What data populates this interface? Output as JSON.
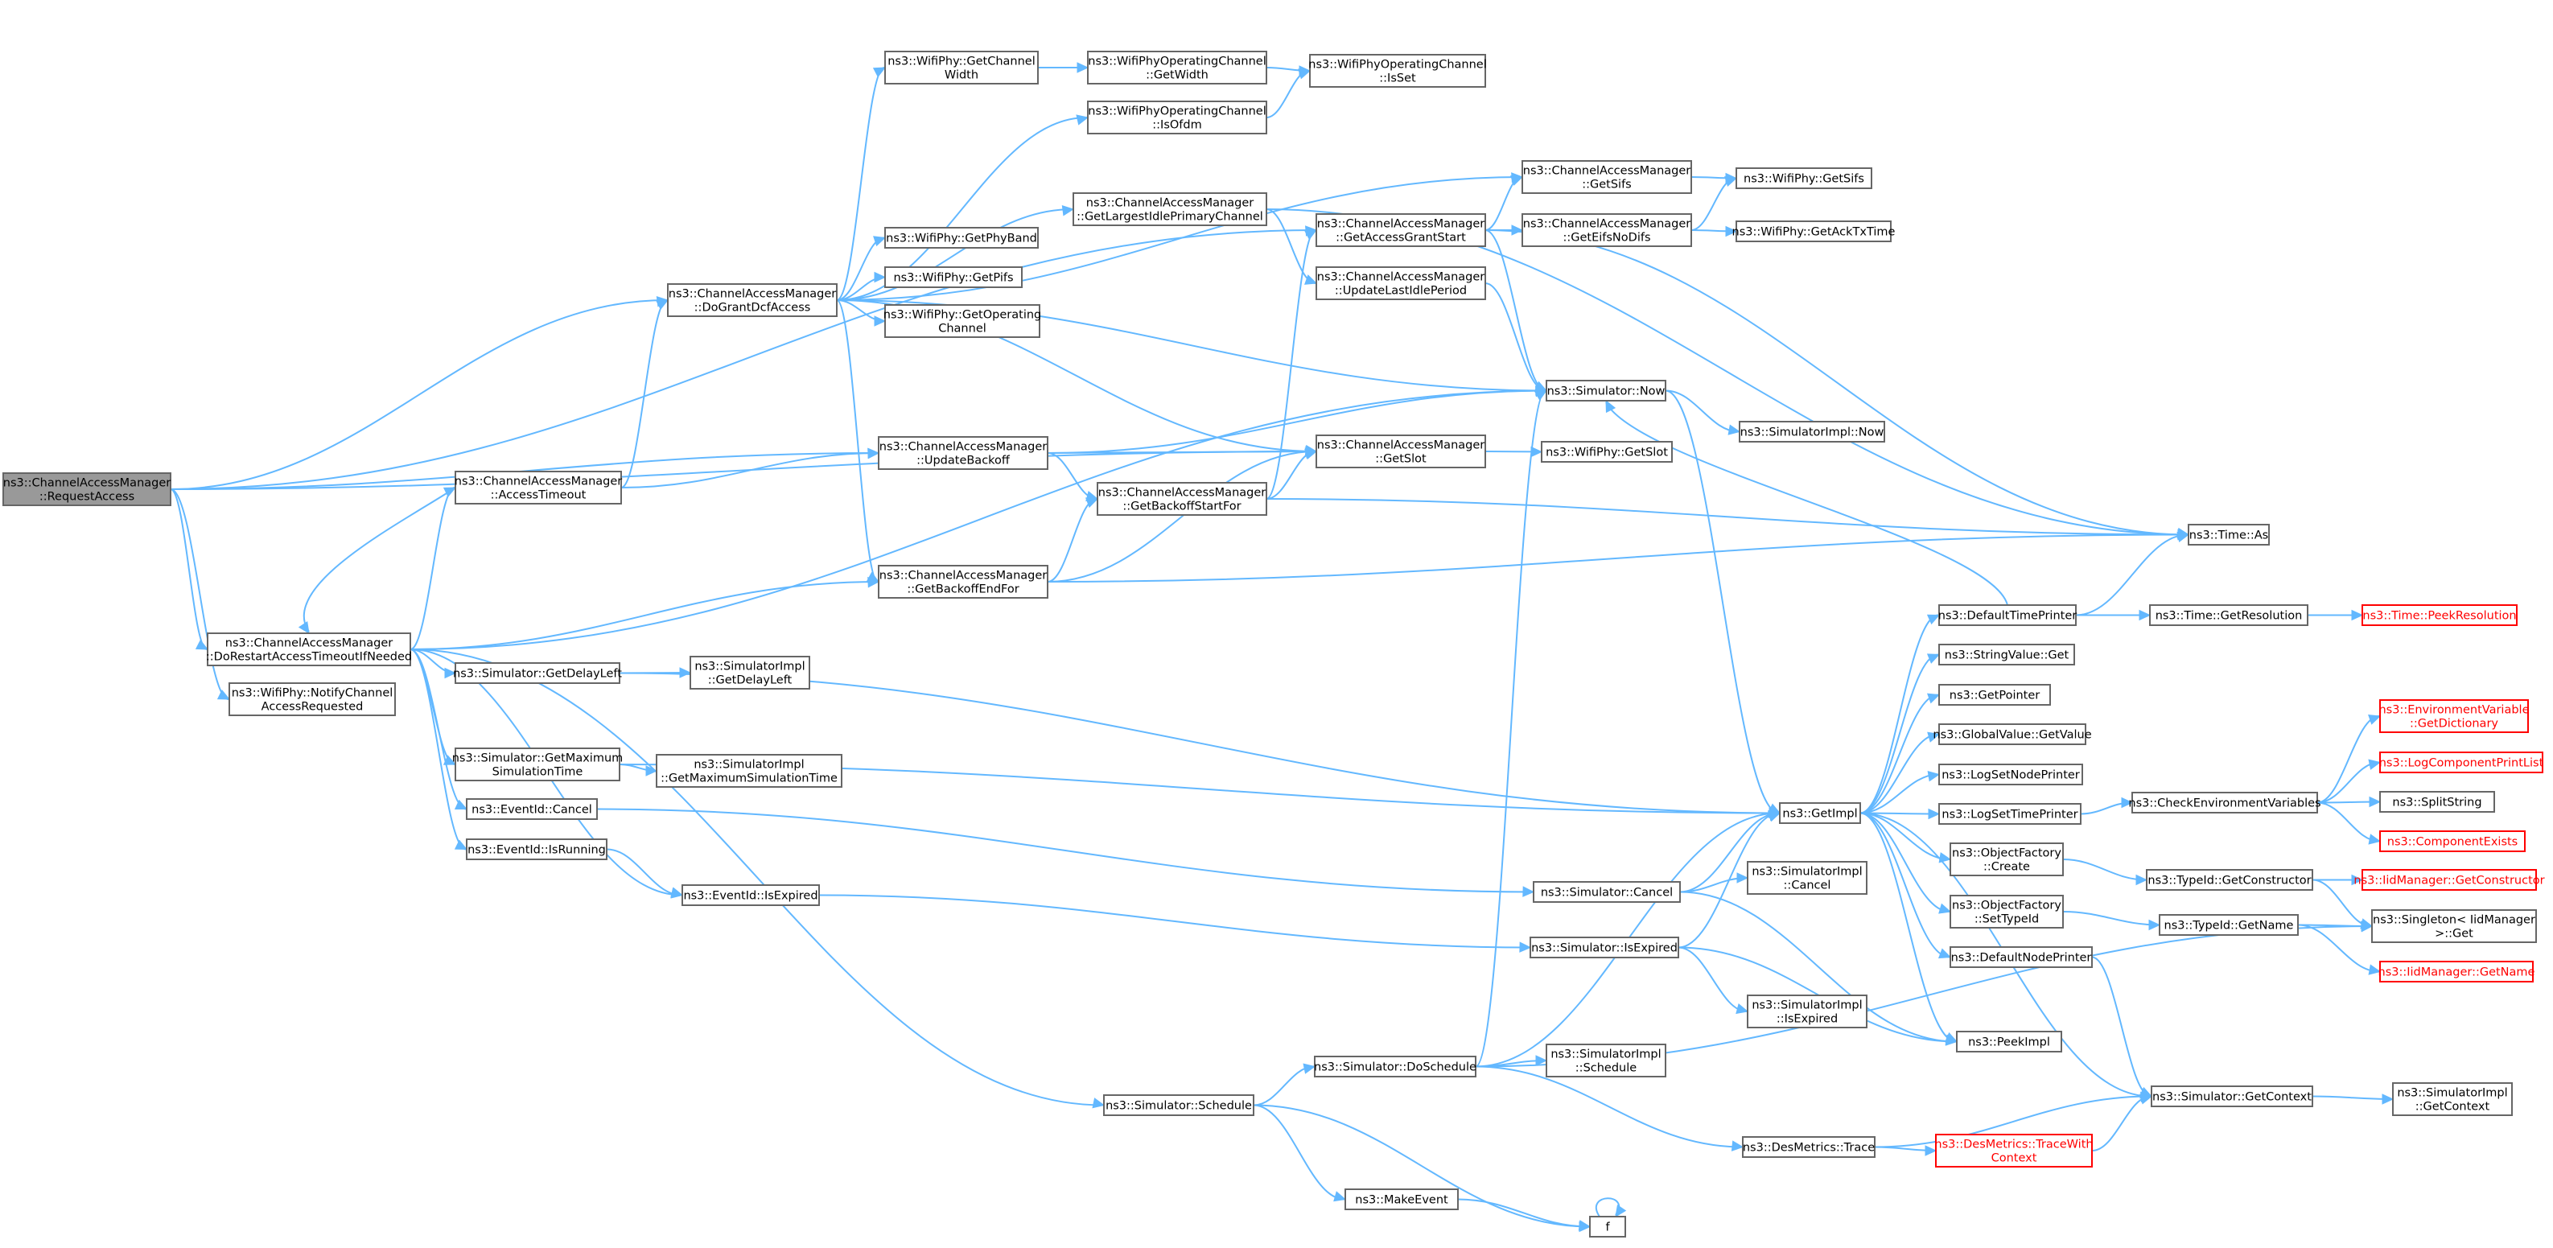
{
  "graph": {
    "nodes": [
      {
        "id": "request_access",
        "lines": [
          "ns3::ChannelAccessManager",
          "::RequestAccess"
        ],
        "kind": "root"
      },
      {
        "id": "get_channel_width",
        "lines": [
          "ns3::WifiPhy::GetChannel",
          "Width"
        ],
        "kind": "normal"
      },
      {
        "id": "opch_get_width",
        "lines": [
          "ns3::WifiPhyOperatingChannel",
          "::GetWidth"
        ],
        "kind": "normal"
      },
      {
        "id": "opch_is_set",
        "lines": [
          "ns3::WifiPhyOperatingChannel",
          "::IsSet"
        ],
        "kind": "normal"
      },
      {
        "id": "opch_is_ofdm",
        "lines": [
          "ns3::WifiPhyOperatingChannel",
          "::IsOfdm"
        ],
        "kind": "normal"
      },
      {
        "id": "cam_get_sifs",
        "lines": [
          "ns3::ChannelAccessManager",
          "::GetSifs"
        ],
        "kind": "normal"
      },
      {
        "id": "phy_get_sifs",
        "lines": [
          "ns3::WifiPhy::GetSifs"
        ],
        "kind": "normal"
      },
      {
        "id": "cam_get_largest_idle",
        "lines": [
          "ns3::ChannelAccessManager",
          "::GetLargestIdlePrimaryChannel"
        ],
        "kind": "normal"
      },
      {
        "id": "cam_get_access_grant",
        "lines": [
          "ns3::ChannelAccessManager",
          "::GetAccessGrantStart"
        ],
        "kind": "normal"
      },
      {
        "id": "cam_get_eifs",
        "lines": [
          "ns3::ChannelAccessManager",
          "::GetEifsNoDifs"
        ],
        "kind": "normal"
      },
      {
        "id": "phy_get_ack_tx",
        "lines": [
          "ns3::WifiPhy::GetAckTxTime"
        ],
        "kind": "normal"
      },
      {
        "id": "phy_get_phy_band",
        "lines": [
          "ns3::WifiPhy::GetPhyBand"
        ],
        "kind": "normal"
      },
      {
        "id": "cam_do_grant",
        "lines": [
          "ns3::ChannelAccessManager",
          "::DoGrantDcfAccess"
        ],
        "kind": "normal"
      },
      {
        "id": "phy_get_pifs",
        "lines": [
          "ns3::WifiPhy::GetPifs"
        ],
        "kind": "normal"
      },
      {
        "id": "cam_update_last_idle",
        "lines": [
          "ns3::ChannelAccessManager",
          "::UpdateLastIdlePeriod"
        ],
        "kind": "normal"
      },
      {
        "id": "phy_get_operating",
        "lines": [
          "ns3::WifiPhy::GetOperating",
          "Channel"
        ],
        "kind": "normal"
      },
      {
        "id": "sim_now",
        "lines": [
          "ns3::Simulator::Now"
        ],
        "kind": "normal"
      },
      {
        "id": "simimpl_now",
        "lines": [
          "ns3::SimulatorImpl::Now"
        ],
        "kind": "normal"
      },
      {
        "id": "cam_update_backoff",
        "lines": [
          "ns3::ChannelAccessManager",
          "::UpdateBackoff"
        ],
        "kind": "normal"
      },
      {
        "id": "cam_get_slot",
        "lines": [
          "ns3::ChannelAccessManager",
          "::GetSlot"
        ],
        "kind": "normal"
      },
      {
        "id": "phy_get_slot",
        "lines": [
          "ns3::WifiPhy::GetSlot"
        ],
        "kind": "normal"
      },
      {
        "id": "cam_access_timeout",
        "lines": [
          "ns3::ChannelAccessManager",
          "::AccessTimeout"
        ],
        "kind": "normal"
      },
      {
        "id": "cam_get_backoff_start",
        "lines": [
          "ns3::ChannelAccessManager",
          "::GetBackoffStartFor"
        ],
        "kind": "normal"
      },
      {
        "id": "time_as",
        "lines": [
          "ns3::Time::As"
        ],
        "kind": "normal"
      },
      {
        "id": "cam_get_backoff_end",
        "lines": [
          "ns3::ChannelAccessManager",
          "::GetBackoffEndFor"
        ],
        "kind": "normal"
      },
      {
        "id": "default_time_printer",
        "lines": [
          "ns3::DefaultTimePrinter"
        ],
        "kind": "normal"
      },
      {
        "id": "time_get_resolution",
        "lines": [
          "ns3::Time::GetResolution"
        ],
        "kind": "normal"
      },
      {
        "id": "time_peek_resolution",
        "lines": [
          "ns3::Time::PeekResolution"
        ],
        "kind": "trunc"
      },
      {
        "id": "cam_do_restart",
        "lines": [
          "ns3::ChannelAccessManager",
          "::DoRestartAccessTimeoutIfNeeded"
        ],
        "kind": "normal"
      },
      {
        "id": "phy_notify_channel",
        "lines": [
          "ns3::WifiPhy::NotifyChannel",
          "AccessRequested"
        ],
        "kind": "normal"
      },
      {
        "id": "sim_get_delay_left",
        "lines": [
          "ns3::Simulator::GetDelayLeft"
        ],
        "kind": "normal"
      },
      {
        "id": "simimpl_get_delay_left",
        "lines": [
          "ns3::SimulatorImpl",
          "::GetDelayLeft"
        ],
        "kind": "normal"
      },
      {
        "id": "string_value_get",
        "lines": [
          "ns3::StringValue::Get"
        ],
        "kind": "normal"
      },
      {
        "id": "get_pointer",
        "lines": [
          "ns3::GetPointer"
        ],
        "kind": "normal"
      },
      {
        "id": "env_get_dictionary",
        "lines": [
          "ns3::EnvironmentVariable",
          "::GetDictionary"
        ],
        "kind": "trunc"
      },
      {
        "id": "global_value_get",
        "lines": [
          "ns3::GlobalValue::GetValue"
        ],
        "kind": "normal"
      },
      {
        "id": "log_component_print_list",
        "lines": [
          "ns3::LogComponentPrintList"
        ],
        "kind": "trunc"
      },
      {
        "id": "log_set_node_printer",
        "lines": [
          "ns3::LogSetNodePrinter"
        ],
        "kind": "normal"
      },
      {
        "id": "sim_get_max_time",
        "lines": [
          "ns3::Simulator::GetMaximum",
          "SimulationTime"
        ],
        "kind": "normal"
      },
      {
        "id": "simimpl_get_max_time",
        "lines": [
          "ns3::SimulatorImpl",
          "::GetMaximumSimulationTime"
        ],
        "kind": "normal"
      },
      {
        "id": "get_impl",
        "lines": [
          "ns3::GetImpl"
        ],
        "kind": "normal"
      },
      {
        "id": "log_set_time_printer",
        "lines": [
          "ns3::LogSetTimePrinter"
        ],
        "kind": "normal"
      },
      {
        "id": "check_env_vars",
        "lines": [
          "ns3::CheckEnvironmentVariables"
        ],
        "kind": "normal"
      },
      {
        "id": "split_string",
        "lines": [
          "ns3::SplitString"
        ],
        "kind": "normal"
      },
      {
        "id": "eventid_cancel",
        "lines": [
          "ns3::EventId::Cancel"
        ],
        "kind": "normal"
      },
      {
        "id": "component_exists",
        "lines": [
          "ns3::ComponentExists"
        ],
        "kind": "trunc"
      },
      {
        "id": "object_factory_create",
        "lines": [
          "ns3::ObjectFactory",
          "::Create"
        ],
        "kind": "normal"
      },
      {
        "id": "eventid_is_running",
        "lines": [
          "ns3::EventId::IsRunning"
        ],
        "kind": "normal"
      },
      {
        "id": "simimpl_cancel",
        "lines": [
          "ns3::SimulatorImpl",
          "::Cancel"
        ],
        "kind": "normal"
      },
      {
        "id": "typeid_get_constructor",
        "lines": [
          "ns3::TypeId::GetConstructor"
        ],
        "kind": "normal"
      },
      {
        "id": "iid_get_constructor",
        "lines": [
          "ns3::IidManager::GetConstructor"
        ],
        "kind": "trunc"
      },
      {
        "id": "eventid_is_expired",
        "lines": [
          "ns3::EventId::IsExpired"
        ],
        "kind": "normal"
      },
      {
        "id": "sim_cancel",
        "lines": [
          "ns3::Simulator::Cancel"
        ],
        "kind": "normal"
      },
      {
        "id": "object_factory_set_typeid",
        "lines": [
          "ns3::ObjectFactory",
          "::SetTypeId"
        ],
        "kind": "normal"
      },
      {
        "id": "typeid_get_name",
        "lines": [
          "ns3::TypeId::GetName"
        ],
        "kind": "normal"
      },
      {
        "id": "singleton_get",
        "lines": [
          "ns3::Singleton< IidManager",
          ">::Get"
        ],
        "kind": "normal"
      },
      {
        "id": "sim_is_expired",
        "lines": [
          "ns3::Simulator::IsExpired"
        ],
        "kind": "normal"
      },
      {
        "id": "iid_get_name",
        "lines": [
          "ns3::IidManager::GetName"
        ],
        "kind": "trunc"
      },
      {
        "id": "default_node_printer",
        "lines": [
          "ns3::DefaultNodePrinter"
        ],
        "kind": "normal"
      },
      {
        "id": "simimpl_is_expired",
        "lines": [
          "ns3::SimulatorImpl",
          "::IsExpired"
        ],
        "kind": "normal"
      },
      {
        "id": "peek_impl",
        "lines": [
          "ns3::PeekImpl"
        ],
        "kind": "normal"
      },
      {
        "id": "simimpl_schedule",
        "lines": [
          "ns3::SimulatorImpl",
          "::Schedule"
        ],
        "kind": "normal"
      },
      {
        "id": "sim_do_schedule",
        "lines": [
          "ns3::Simulator::DoSchedule"
        ],
        "kind": "normal"
      },
      {
        "id": "sim_get_context",
        "lines": [
          "ns3::Simulator::GetContext"
        ],
        "kind": "normal"
      },
      {
        "id": "simimpl_get_context",
        "lines": [
          "ns3::SimulatorImpl",
          "::GetContext"
        ],
        "kind": "normal"
      },
      {
        "id": "sim_schedule",
        "lines": [
          "ns3::Simulator::Schedule"
        ],
        "kind": "normal"
      },
      {
        "id": "des_metrics_trace",
        "lines": [
          "ns3::DesMetrics::Trace"
        ],
        "kind": "normal"
      },
      {
        "id": "des_metrics_trace_with_context",
        "lines": [
          "ns3::DesMetrics::TraceWith",
          "Context"
        ],
        "kind": "trunc"
      },
      {
        "id": "make_event",
        "lines": [
          "ns3::MakeEvent"
        ],
        "kind": "normal"
      },
      {
        "id": "f",
        "lines": [
          "f"
        ],
        "kind": "normal"
      }
    ],
    "edges": [
      [
        "request_access",
        "cam_do_grant"
      ],
      [
        "request_access",
        "cam_get_access_grant"
      ],
      [
        "request_access",
        "cam_update_backoff"
      ],
      [
        "request_access",
        "cam_get_slot"
      ],
      [
        "request_access",
        "cam_do_restart"
      ],
      [
        "request_access",
        "phy_notify_channel"
      ],
      [
        "cam_do_grant",
        "get_channel_width"
      ],
      [
        "cam_do_grant",
        "opch_is_ofdm"
      ],
      [
        "cam_do_grant",
        "cam_get_sifs"
      ],
      [
        "cam_do_grant",
        "cam_get_largest_idle"
      ],
      [
        "cam_do_grant",
        "phy_get_phy_band"
      ],
      [
        "cam_do_grant",
        "phy_get_pifs"
      ],
      [
        "cam_do_grant",
        "phy_get_operating"
      ],
      [
        "cam_do_grant",
        "sim_now"
      ],
      [
        "cam_do_grant",
        "cam_get_slot"
      ],
      [
        "cam_do_grant",
        "cam_get_backoff_end"
      ],
      [
        "get_channel_width",
        "opch_get_width"
      ],
      [
        "opch_get_width",
        "opch_is_set"
      ],
      [
        "opch_is_ofdm",
        "opch_is_set"
      ],
      [
        "cam_get_sifs",
        "phy_get_sifs"
      ],
      [
        "cam_get_largest_idle",
        "cam_update_last_idle"
      ],
      [
        "cam_get_largest_idle",
        "time_as"
      ],
      [
        "cam_get_access_grant",
        "cam_get_sifs"
      ],
      [
        "cam_get_access_grant",
        "cam_get_eifs"
      ],
      [
        "cam_get_access_grant",
        "sim_now"
      ],
      [
        "cam_get_access_grant",
        "time_as"
      ],
      [
        "cam_get_eifs",
        "phy_get_sifs"
      ],
      [
        "cam_get_eifs",
        "phy_get_ack_tx"
      ],
      [
        "cam_update_last_idle",
        "sim_now"
      ],
      [
        "sim_now",
        "simimpl_now"
      ],
      [
        "sim_now",
        "get_impl"
      ],
      [
        "cam_update_backoff",
        "sim_now"
      ],
      [
        "cam_update_backoff",
        "cam_get_slot"
      ],
      [
        "cam_update_backoff",
        "cam_get_backoff_start"
      ],
      [
        "cam_get_slot",
        "phy_get_slot"
      ],
      [
        "cam_access_timeout",
        "cam_do_grant"
      ],
      [
        "cam_access_timeout",
        "cam_update_backoff"
      ],
      [
        "cam_access_timeout",
        "cam_do_restart"
      ],
      [
        "cam_get_backoff_start",
        "cam_get_access_grant"
      ],
      [
        "cam_get_backoff_start",
        "cam_get_slot"
      ],
      [
        "cam_get_backoff_start",
        "time_as"
      ],
      [
        "cam_get_backoff_end",
        "cam_get_backoff_start"
      ],
      [
        "cam_get_backoff_end",
        "cam_get_slot"
      ],
      [
        "cam_get_backoff_end",
        "time_as"
      ],
      [
        "cam_do_restart",
        "cam_access_timeout"
      ],
      [
        "cam_do_restart",
        "cam_get_backoff_end"
      ],
      [
        "cam_do_restart",
        "sim_now"
      ],
      [
        "cam_do_restart",
        "sim_get_delay_left"
      ],
      [
        "cam_do_restart",
        "sim_get_max_time"
      ],
      [
        "cam_do_restart",
        "eventid_cancel"
      ],
      [
        "cam_do_restart",
        "eventid_is_running"
      ],
      [
        "cam_do_restart",
        "eventid_is_expired"
      ],
      [
        "cam_do_restart",
        "sim_schedule"
      ],
      [
        "sim_get_delay_left",
        "simimpl_get_delay_left"
      ],
      [
        "sim_get_delay_left",
        "get_impl"
      ],
      [
        "sim_get_max_time",
        "simimpl_get_max_time"
      ],
      [
        "sim_get_max_time",
        "get_impl"
      ],
      [
        "eventid_cancel",
        "sim_cancel"
      ],
      [
        "eventid_is_running",
        "eventid_is_expired"
      ],
      [
        "eventid_is_expired",
        "sim_is_expired"
      ],
      [
        "sim_cancel",
        "get_impl"
      ],
      [
        "sim_cancel",
        "simimpl_cancel"
      ],
      [
        "sim_cancel",
        "peek_impl"
      ],
      [
        "sim_is_expired",
        "get_impl"
      ],
      [
        "sim_is_expired",
        "simimpl_is_expired"
      ],
      [
        "sim_is_expired",
        "peek_impl"
      ],
      [
        "get_impl",
        "default_time_printer"
      ],
      [
        "get_impl",
        "string_value_get"
      ],
      [
        "get_impl",
        "get_pointer"
      ],
      [
        "get_impl",
        "global_value_get"
      ],
      [
        "get_impl",
        "log_set_node_printer"
      ],
      [
        "get_impl",
        "log_set_time_printer"
      ],
      [
        "get_impl",
        "object_factory_create"
      ],
      [
        "get_impl",
        "object_factory_set_typeid"
      ],
      [
        "get_impl",
        "default_node_printer"
      ],
      [
        "get_impl",
        "peek_impl"
      ],
      [
        "get_impl",
        "sim_get_context"
      ],
      [
        "default_time_printer",
        "time_get_resolution"
      ],
      [
        "default_time_printer",
        "time_as"
      ],
      [
        "default_time_printer",
        "sim_now"
      ],
      [
        "time_get_resolution",
        "time_peek_resolution"
      ],
      [
        "log_set_time_printer",
        "check_env_vars"
      ],
      [
        "check_env_vars",
        "env_get_dictionary"
      ],
      [
        "check_env_vars",
        "log_component_print_list"
      ],
      [
        "check_env_vars",
        "split_string"
      ],
      [
        "check_env_vars",
        "component_exists"
      ],
      [
        "object_factory_create",
        "typeid_get_constructor"
      ],
      [
        "typeid_get_constructor",
        "iid_get_constructor"
      ],
      [
        "typeid_get_constructor",
        "singleton_get"
      ],
      [
        "object_factory_set_typeid",
        "typeid_get_name"
      ],
      [
        "typeid_get_name",
        "singleton_get"
      ],
      [
        "typeid_get_name",
        "iid_get_name"
      ],
      [
        "default_node_printer",
        "sim_get_context"
      ],
      [
        "sim_get_context",
        "simimpl_get_context"
      ],
      [
        "sim_schedule",
        "sim_do_schedule"
      ],
      [
        "sim_schedule",
        "make_event"
      ],
      [
        "sim_schedule",
        "f"
      ],
      [
        "sim_do_schedule",
        "sim_now"
      ],
      [
        "sim_do_schedule",
        "get_impl"
      ],
      [
        "sim_do_schedule",
        "simimpl_schedule"
      ],
      [
        "sim_do_schedule",
        "des_metrics_trace"
      ],
      [
        "sim_do_schedule",
        "singleton_get"
      ],
      [
        "des_metrics_trace",
        "sim_get_context"
      ],
      [
        "des_metrics_trace",
        "des_metrics_trace_with_context"
      ],
      [
        "des_metrics_trace_with_context",
        "sim_get_context"
      ],
      [
        "make_event",
        "f"
      ],
      [
        "f",
        "f"
      ]
    ]
  }
}
